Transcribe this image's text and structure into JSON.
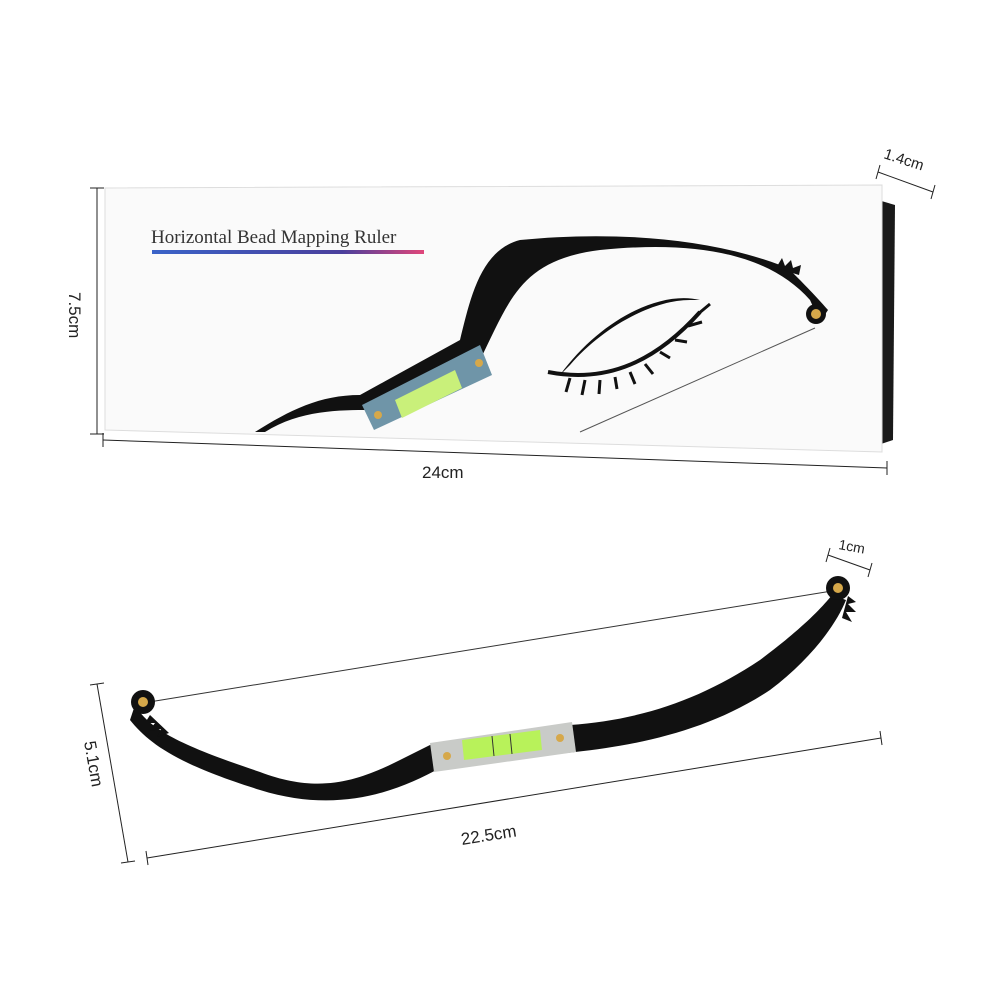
{
  "box": {
    "title": "Horizontal Bead Mapping Ruler"
  },
  "dimensions": {
    "box_height": "7.5cm",
    "box_width": "24cm",
    "box_depth": "1.4cm",
    "ruler_height": "5.1cm",
    "ruler_width": "22.5cm",
    "ruler_thickness": "1cm"
  },
  "colors": {
    "ruler": "#111111",
    "level": "#b8f25a",
    "rivet": "#c8973a"
  }
}
